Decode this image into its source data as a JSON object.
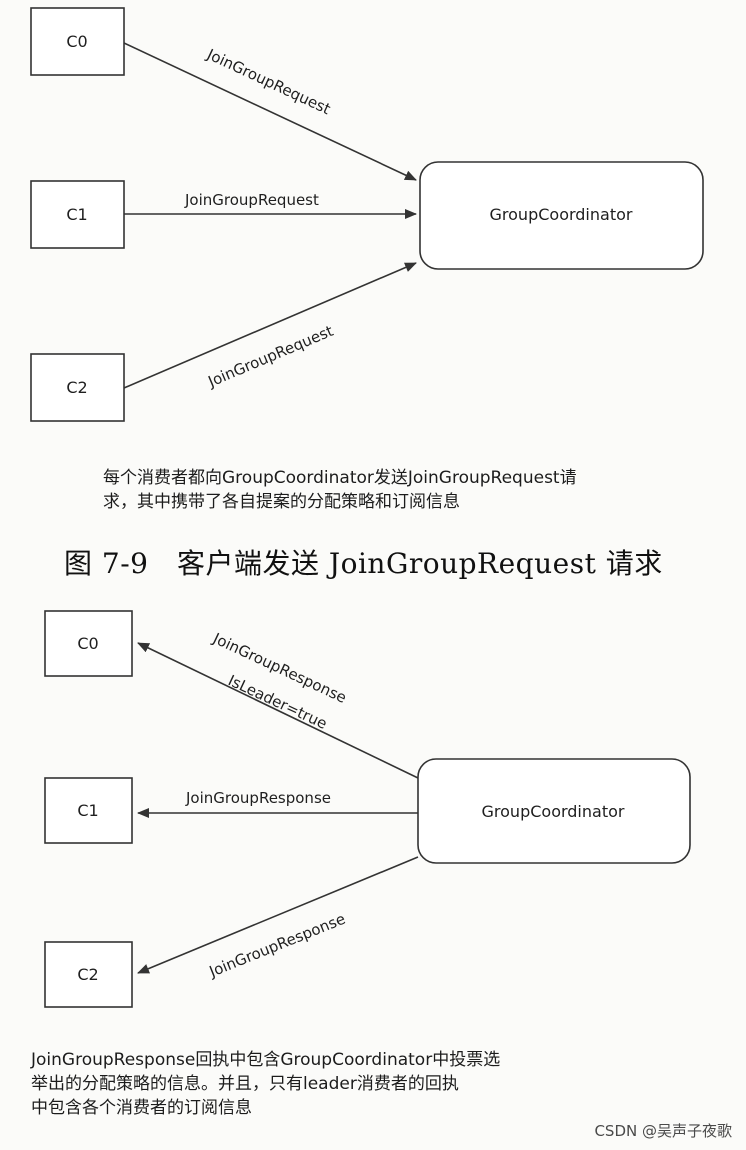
{
  "diagram1": {
    "nodes": {
      "c0": "C0",
      "c1": "C1",
      "c2": "C2",
      "coordinator": "GroupCoordinator"
    },
    "edges": {
      "c0_to_coordinator": "JoinGroupRequest",
      "c1_to_coordinator": "JoinGroupRequest",
      "c2_to_coordinator": "JoinGroupRequest"
    },
    "caption_line1": "每个消费者都向GroupCoordinator发送JoinGroupRequest请",
    "caption_line2": "求，其中携带了各自提案的分配策略和订阅信息"
  },
  "figure_title": "图 7-9　客户端发送 JoinGroupRequest 请求",
  "diagram2": {
    "nodes": {
      "c0": "C0",
      "c1": "C1",
      "c2": "C2",
      "coordinator": "GroupCoordinator"
    },
    "edges": {
      "coordinator_to_c0_line1": "JoinGroupResponse",
      "coordinator_to_c0_line2": "IsLeader=true",
      "coordinator_to_c1": "JoinGroupResponse",
      "coordinator_to_c2": "JoinGroupResponse"
    },
    "caption_line1": "JoinGroupResponse回执中包含GroupCoordinator中投票选",
    "caption_line2": "举出的分配策略的信息。并且，只有leader消费者的回执",
    "caption_line3": "中包含各个消费者的订阅信息"
  },
  "watermark": "CSDN @吴声子夜歌"
}
